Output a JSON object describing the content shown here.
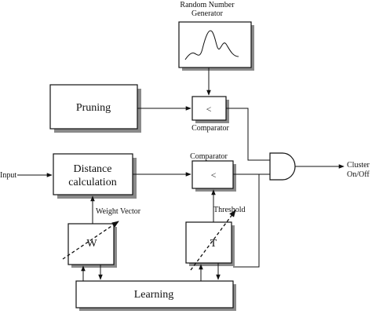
{
  "blocks": {
    "rng_label_line1": "Random Number",
    "rng_label_line2": "Generator",
    "pruning": "Pruning",
    "comparator_top_symbol": "<",
    "comparator_top_label": "Comparator",
    "comparator_mid_label": "Comparator",
    "comparator_mid_symbol": "<",
    "distance_line1": "Distance",
    "distance_line2": "calculation",
    "weight_vector_label": "Weight Vector",
    "threshold_label": "Threshold",
    "weight_symbol": "W",
    "threshold_symbol": "T",
    "learning": "Learning"
  },
  "io": {
    "input": "Input",
    "output_line1": "Cluster",
    "output_line2": "On/Off"
  }
}
